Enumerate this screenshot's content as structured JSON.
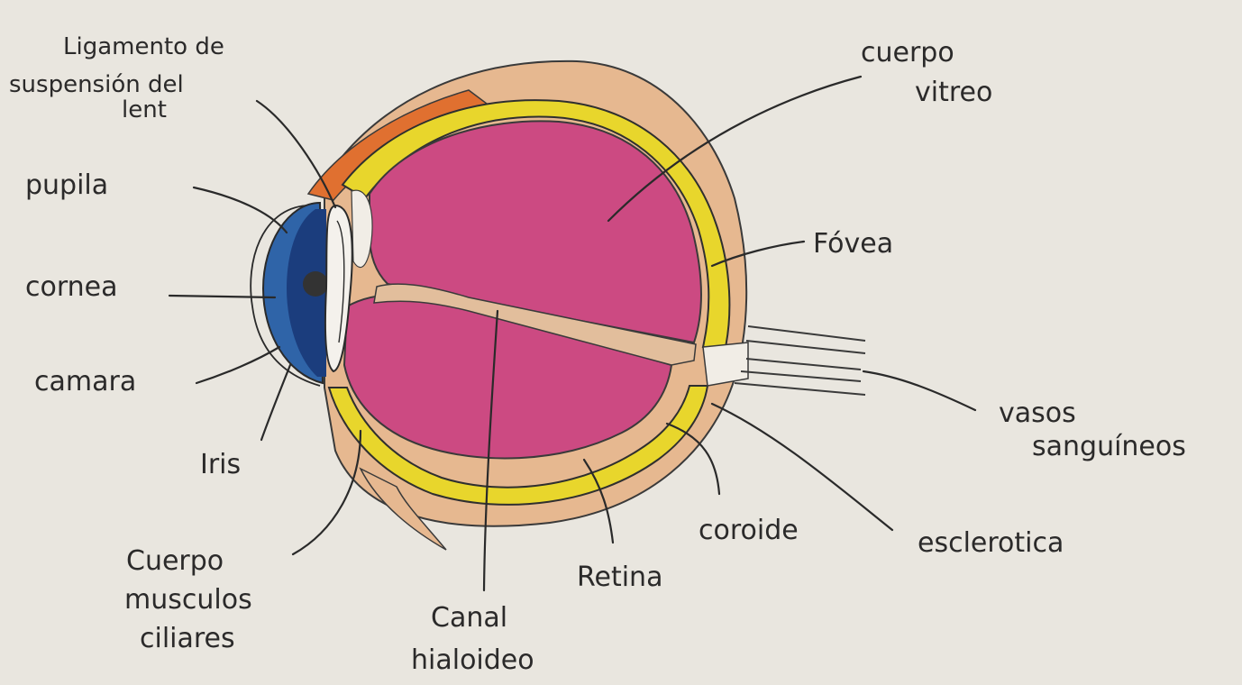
{
  "labels": {
    "ligamento_line1": "Ligamento de",
    "ligamento_line2": "suspensión del",
    "ligamento_line3": "lent",
    "pupila": "pupila",
    "cornea": "cornea",
    "camara": "camara",
    "iris": "Iris",
    "cuerpo_musculos_line1": "Cuerpo",
    "cuerpo_musculos_line2": "musculos",
    "cuerpo_musculos_line3": "ciliares",
    "canal_line1": "Canal",
    "canal_line2": "hialoideo",
    "retina": "Retina",
    "coroide": "coroide",
    "esclerotica": "esclerotica",
    "vasos_line1": "vasos",
    "vasos_line2": "sanguíneos",
    "fovea": "Fóvea",
    "cuerpo_vitreo_line1": "cuerpo",
    "cuerpo_vitreo_line2": "vitreo"
  },
  "colors": {
    "paper": "#e9e6df",
    "sclera": "#e3b58e",
    "choroid": "#e6d52b",
    "vitreous": "#cc4a82",
    "cornea": "#2f63a6",
    "iris": "#1d3f7e",
    "muscle": "#e2702d"
  }
}
